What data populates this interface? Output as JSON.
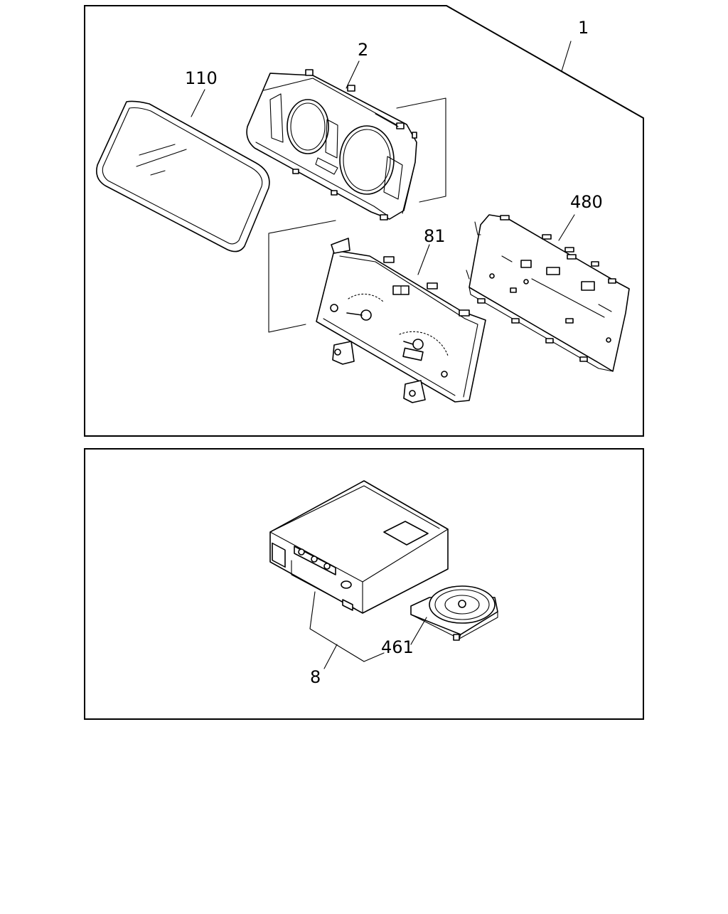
{
  "callouts": {
    "assembly": "1",
    "lens": "110",
    "bezel": "2",
    "dial_plate": "81",
    "circuit_board": "480",
    "control_unit": "8",
    "disc": "461"
  }
}
